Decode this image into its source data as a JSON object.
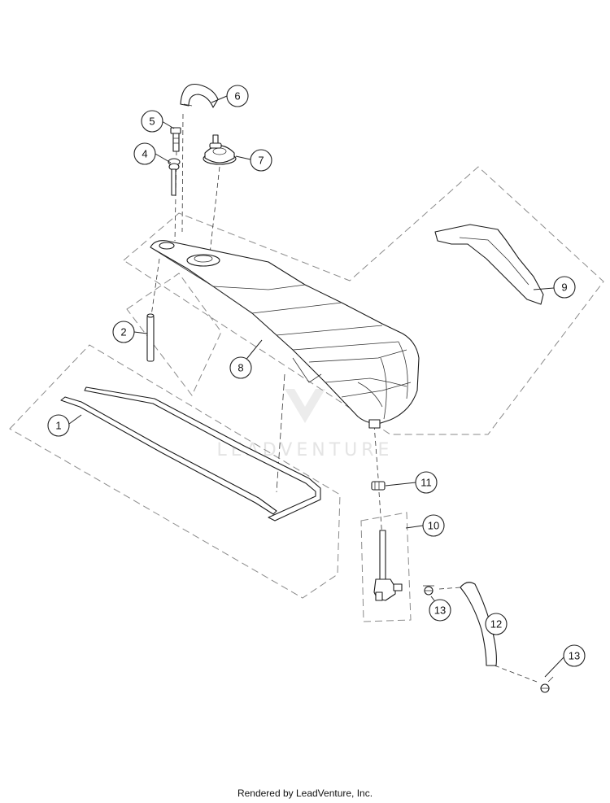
{
  "watermark": {
    "text": "LEADVENTURE"
  },
  "callouts": [
    {
      "id": "1",
      "label": "1"
    },
    {
      "id": "2",
      "label": "2"
    },
    {
      "id": "4",
      "label": "4"
    },
    {
      "id": "5",
      "label": "5"
    },
    {
      "id": "6",
      "label": "6"
    },
    {
      "id": "7",
      "label": "7"
    },
    {
      "id": "8",
      "label": "8"
    },
    {
      "id": "9",
      "label": "9"
    },
    {
      "id": "10",
      "label": "10"
    },
    {
      "id": "11",
      "label": "11"
    },
    {
      "id": "12",
      "label": "12"
    },
    {
      "id": "13a",
      "label": "13"
    },
    {
      "id": "13b",
      "label": "13"
    }
  ],
  "footer": {
    "text": "Rendered by LeadVenture, Inc."
  }
}
